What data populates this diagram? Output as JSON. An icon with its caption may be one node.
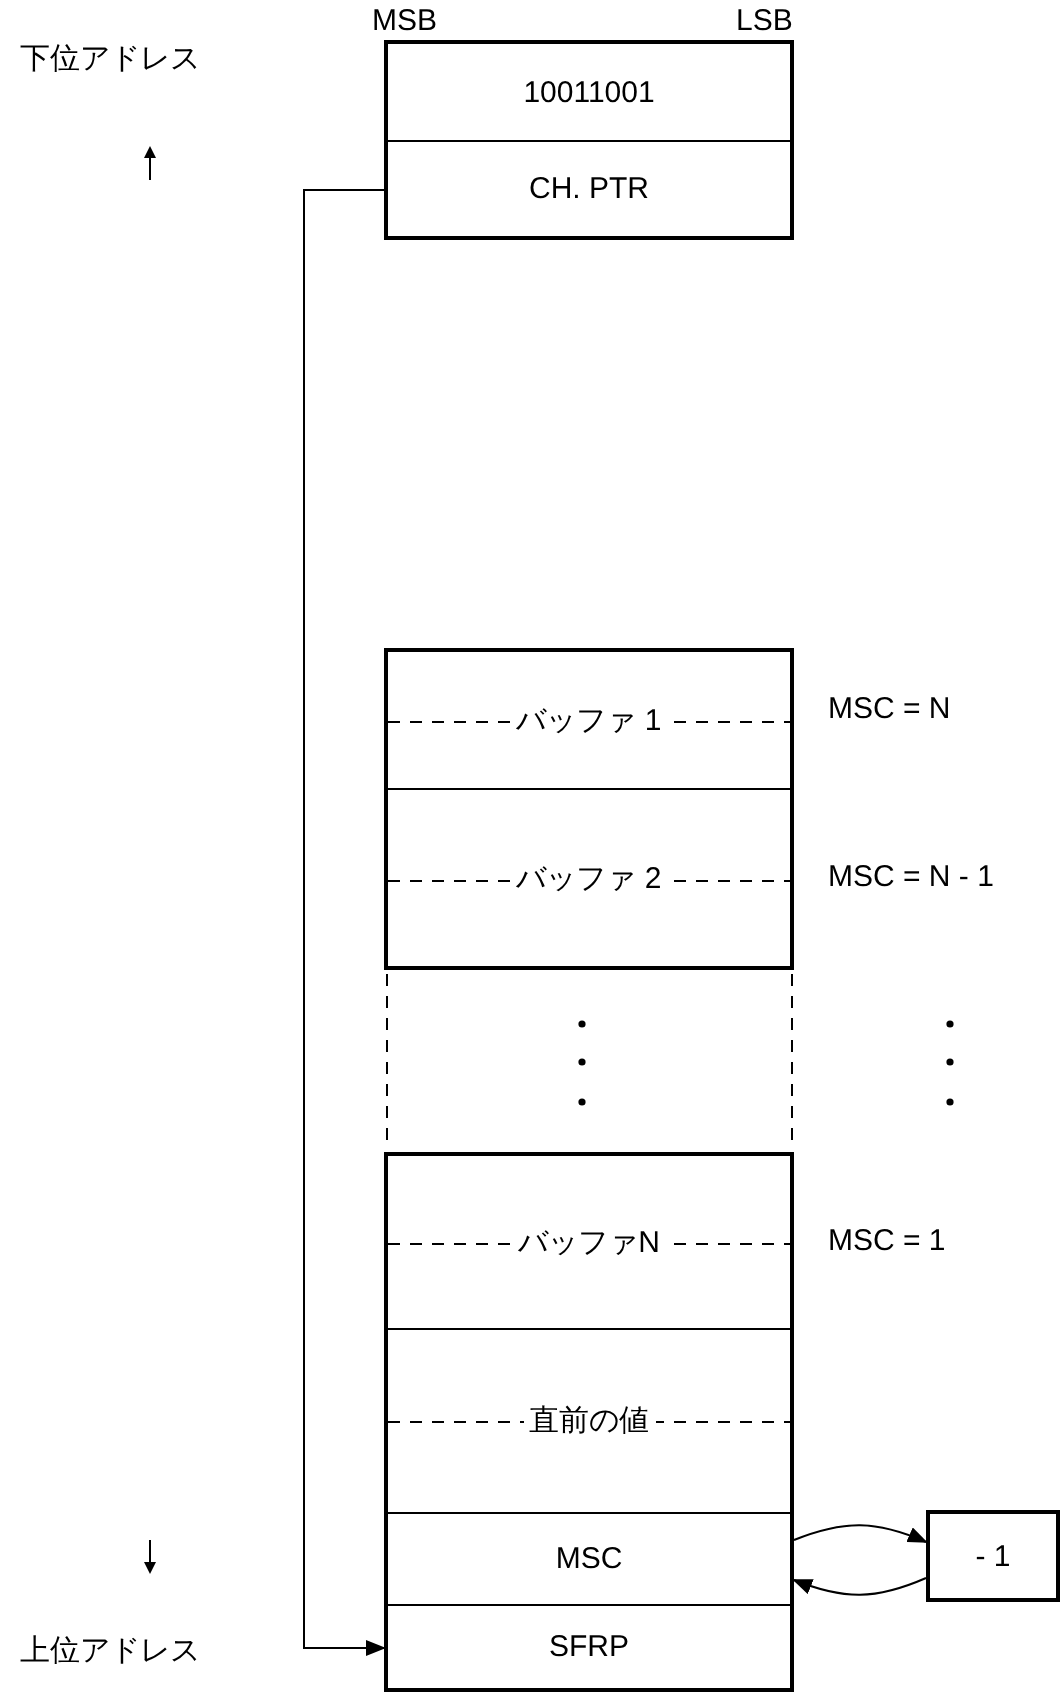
{
  "diagram": {
    "nodes": [
      {
        "text": [
          "10011001"
        ]
      },
      {
        "text": [
          "CH. PTR"
        ]
      },
      {
        "text": [
          "バッファ 1"
        ]
      },
      {
        "text": [
          "バッファ 2"
        ]
      },
      {
        "text": [
          "バッファN"
        ]
      },
      {
        "text": [
          "直前の値"
        ]
      },
      {
        "text": [
          "MSC"
        ]
      },
      {
        "text": [
          "SFRP"
        ]
      },
      {
        "text": [
          "- 1"
        ]
      }
    ],
    "edges": [
      {
        "from": 1,
        "to": 7,
        "arrow": "to"
      },
      {
        "from": 6,
        "to": 8,
        "arrow": "to"
      },
      {
        "from": 8,
        "to": 6,
        "arrow": "to"
      }
    ],
    "labels": [
      "下位アドレス",
      "MSB",
      "LSB",
      "MSC = N",
      "MSC = N - 1",
      "MSC = 1",
      "上位アドレス"
    ]
  }
}
